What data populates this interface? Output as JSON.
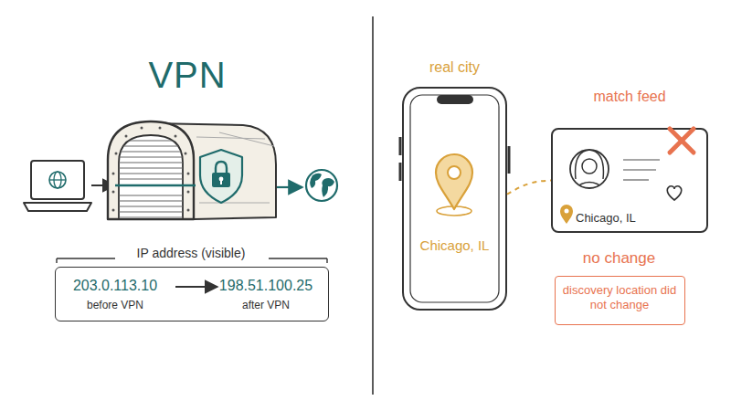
{
  "diagram": {
    "nodes": [
      {
        "text": [
          "IP address (visible)",
          "203.0.113.10",
          "before VPN",
          "198.51.100.25",
          "after VPN"
        ]
      },
      {
        "text": [
          "real city",
          "Chicago, IL"
        ]
      },
      {
        "text": [
          "match feed",
          "Chicago, IL"
        ]
      },
      {
        "text": [
          "no change",
          "discovery location did not change"
        ]
      }
    ],
    "edges": [
      {
        "from": 1,
        "to": 2,
        "arrow": "none"
      }
    ],
    "labels": [
      "VPN"
    ]
  }
}
